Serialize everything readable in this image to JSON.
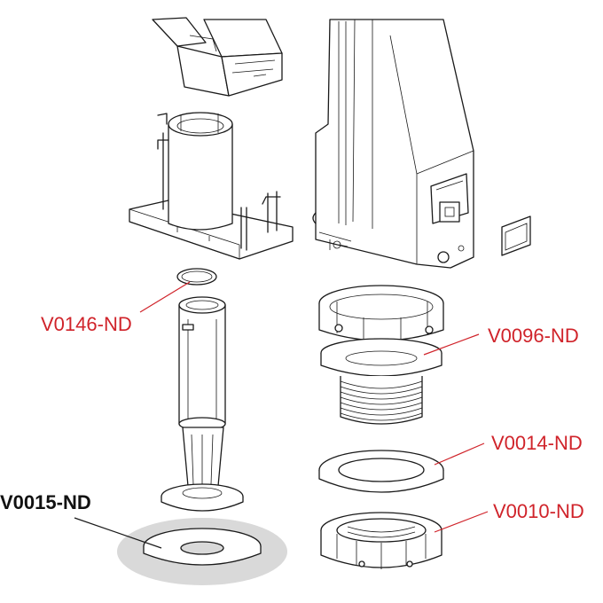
{
  "labels": {
    "gasket_small": "V0146-ND",
    "valve_body": "V0096-ND",
    "seal_ring": "V0014-ND",
    "lock_nut": "V0010-ND",
    "base_washer": "V0015-ND"
  },
  "colors": {
    "callout_red": "#d0232a",
    "line": "#1a1a1a",
    "highlight_grey": "#d9d9d9"
  }
}
